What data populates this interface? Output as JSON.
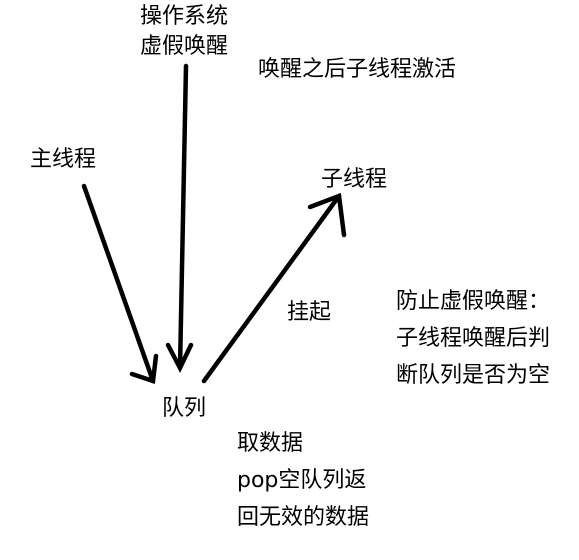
{
  "diagram": {
    "nodes": {
      "os": {
        "label_lines": [
          "操作系统",
          "虚假唤醒"
        ]
      },
      "wake_note": {
        "label": "唤醒之后子线程激活"
      },
      "main_thread": {
        "label": "主线程"
      },
      "child_thread": {
        "label": "子线程"
      },
      "suspend": {
        "label": "挂起"
      },
      "queue": {
        "label": "队列"
      },
      "prevent_note": {
        "label_lines": [
          "防止虚假唤醒：",
          "子线程唤醒后判",
          "断队列是否为空"
        ]
      },
      "fetch_note": {
        "label_lines": [
          "取数据",
          "pop空队列返",
          "回无效的数据"
        ]
      }
    },
    "edges": [
      {
        "from": "main_thread",
        "to": "queue"
      },
      {
        "from": "os",
        "to": "queue"
      },
      {
        "from": "queue",
        "to": "child_thread"
      }
    ],
    "stroke_color": "#000000"
  }
}
